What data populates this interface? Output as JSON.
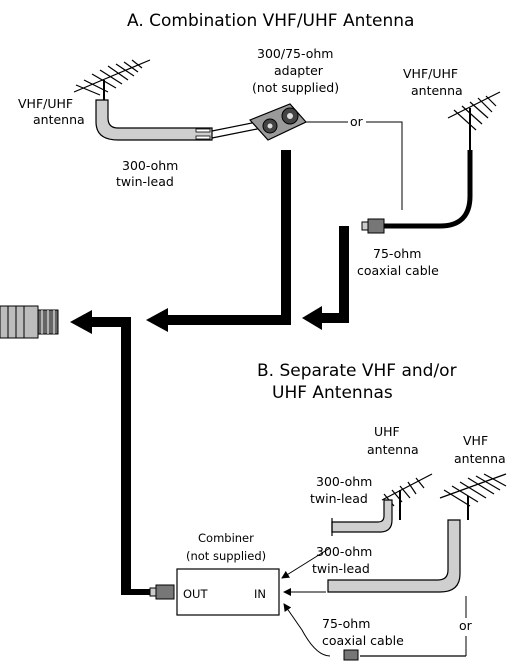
{
  "section_a": {
    "title": "A. Combination  VHF/UHF Antenna",
    "left_antenna": [
      "VHF/UHF",
      "antenna"
    ],
    "adapter": [
      "300/75-ohm",
      "adapter",
      "(not supplied)"
    ],
    "right_antenna": [
      "VHF/UHF",
      "antenna"
    ],
    "or_label": "or",
    "twin_lead": [
      "300-ohm",
      "twin-lead"
    ],
    "coax": [
      "75-ohm",
      "coaxial cable"
    ]
  },
  "section_b": {
    "title": [
      "B.  Separate VHF and/or",
      "UHF Antennas"
    ],
    "uhf_antenna": [
      "UHF",
      "antenna"
    ],
    "vhf_antenna": [
      "VHF",
      "antenna"
    ],
    "twin_lead_top": [
      "300-ohm",
      "twin-lead"
    ],
    "twin_lead_mid": [
      "300-ohm",
      "twin-lead"
    ],
    "coax": [
      "75-ohm",
      "coaxial cable"
    ],
    "or_label": "or",
    "combiner": [
      "Combiner",
      "(not supplied)"
    ],
    "out_label": "OUT",
    "in_label": "IN"
  },
  "colors": {
    "cable_gray": "#cfcfcf",
    "ink": "#000000"
  },
  "icons": [
    "antenna-icon",
    "adapter-icon",
    "connector-icon",
    "tv-plug-icon"
  ]
}
